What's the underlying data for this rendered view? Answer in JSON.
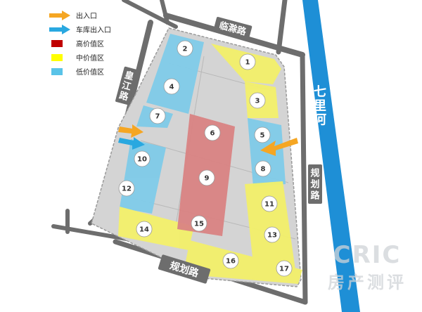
{
  "legend": [
    {
      "kind": "arrow",
      "color": "#f5a623",
      "label": "出入口",
      "name": "legend-entrance"
    },
    {
      "kind": "arrow",
      "color": "#29a8e0",
      "label": "车库出入口",
      "name": "legend-garage-entrance"
    },
    {
      "kind": "swatch",
      "color": "#c00000",
      "label": "高价值区",
      "name": "legend-high-value"
    },
    {
      "kind": "swatch",
      "color": "#ffff00",
      "label": "中价值区",
      "name": "legend-mid-value"
    },
    {
      "kind": "swatch",
      "color": "#59c3e8",
      "label": "低价值区",
      "name": "legend-low-value"
    }
  ],
  "roads": {
    "north": "临滁路",
    "west": "皇江路",
    "east": "规划路",
    "south": "规划路"
  },
  "river": "七里河",
  "zones": [
    "1",
    "2",
    "3",
    "4",
    "5",
    "6",
    "7",
    "8",
    "9",
    "10",
    "11",
    "12",
    "13",
    "14",
    "15",
    "16",
    "17"
  ],
  "colors": {
    "high": "#d98383",
    "mid": "#f3f06a",
    "low": "#7fcbe9",
    "river": "#1e8fd6",
    "road": "#6d6d6d",
    "site": "#d4d4d4"
  },
  "watermark": {
    "line1": "CRIC",
    "line2": "房产测评"
  }
}
